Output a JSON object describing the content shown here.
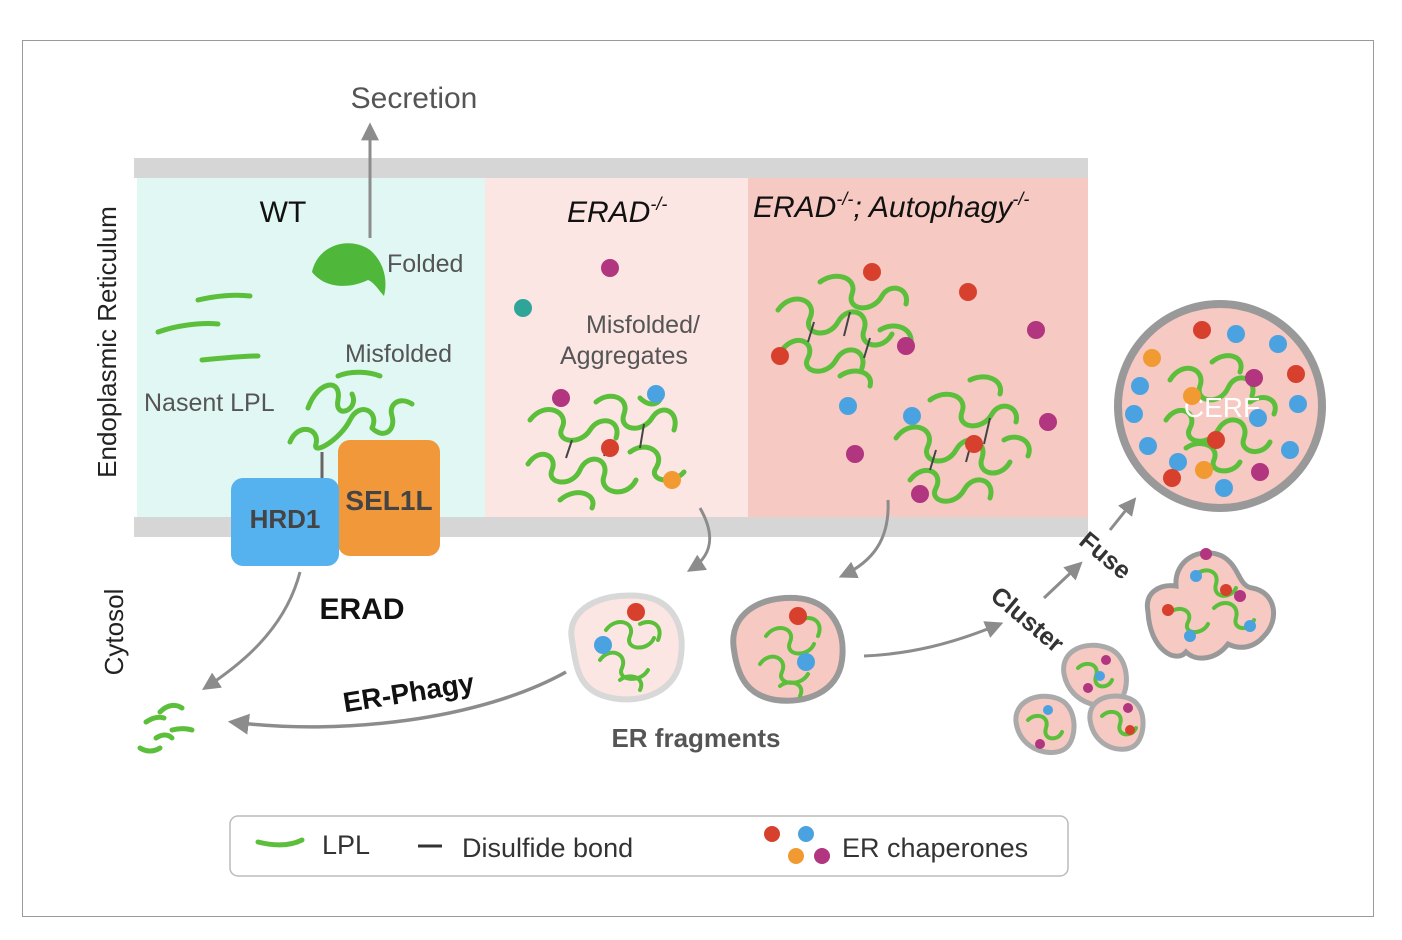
{
  "labels": {
    "secretion": "Secretion",
    "er_side": "Endoplasmic Reticulum",
    "cytosol_side": "Cytosol",
    "wt": "WT",
    "erad_ko_main": "ERAD",
    "erad_ko_sup": "-/-",
    "double_ko_main1": "ERAD",
    "double_ko_sup1": "-/-",
    "double_ko_mid": "; Autophagy",
    "double_ko_sup2": "-/-",
    "folded": "Folded",
    "misfolded": "Misfolded",
    "nascent_lpl": "Nasent LPL",
    "misfolded_aggregates_1": "Misfolded/",
    "misfolded_aggregates_2": "Aggregates",
    "hrd1": "HRD1",
    "sel1l": "SEL1L",
    "erad": "ERAD",
    "er_phagy": "ER-Phagy",
    "er_fragments": "ER fragments",
    "cluster": "Cluster",
    "fuse": "Fuse",
    "cerf": "CERF"
  },
  "legend": {
    "lpl": "LPL",
    "disulfide": "Disulfide bond",
    "chaperones": "ER chaperones"
  },
  "colors": {
    "wt_panel": "#e1f7f3",
    "erad_panel": "#fbe6e3",
    "double_panel": "#f6c9c3",
    "membrane": "#d6d6d6",
    "lpl_green": "#5cbf3c",
    "hrd1_blue": "#56b2ee",
    "sel1l_orange": "#f0983a",
    "chaperone_red": "#d8402e",
    "chaperone_blue": "#4aa3e0",
    "chaperone_orange": "#f29a32",
    "chaperone_magenta": "#b1357f",
    "arrow_gray": "#8c8c8c"
  }
}
